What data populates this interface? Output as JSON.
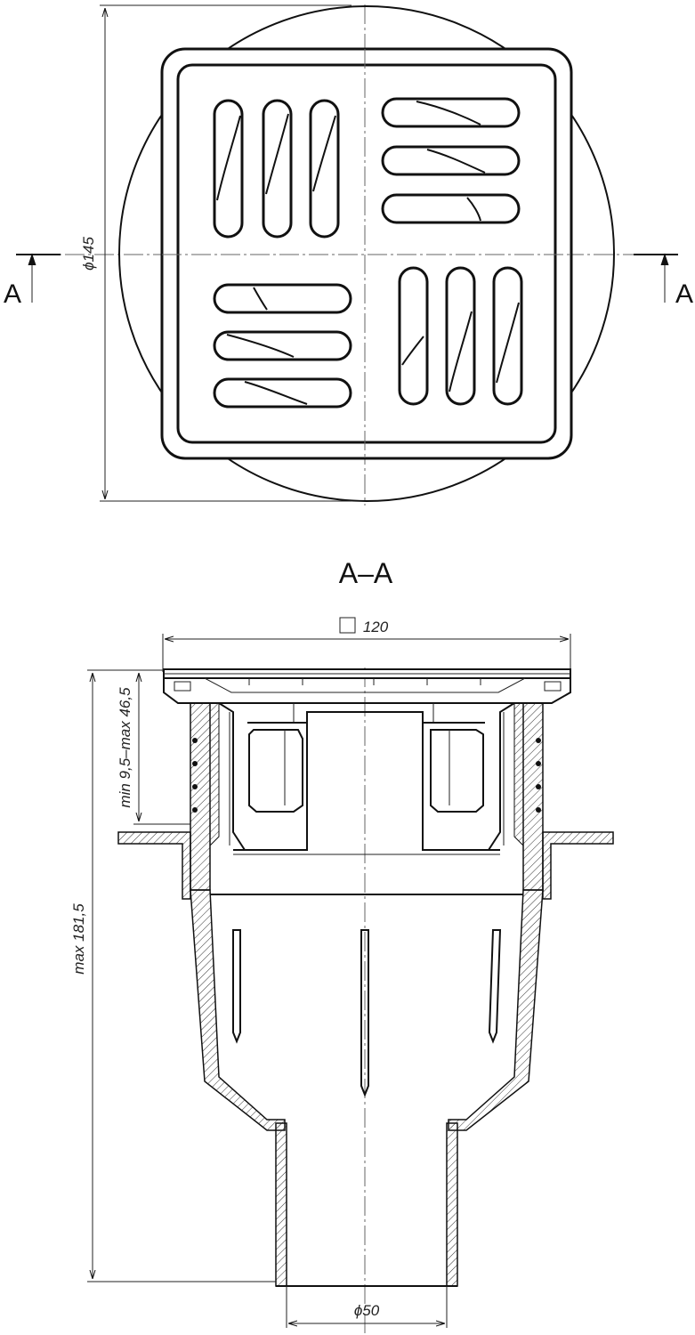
{
  "section_marker_letter": "A",
  "section_title": "A–A",
  "dimensions": {
    "grate_diameter": "ϕ145",
    "frame_square": "120",
    "adjust_range": "min 9,5–max 46,5",
    "total_height": "max 181,5",
    "outlet_diameter": "ϕ50"
  }
}
